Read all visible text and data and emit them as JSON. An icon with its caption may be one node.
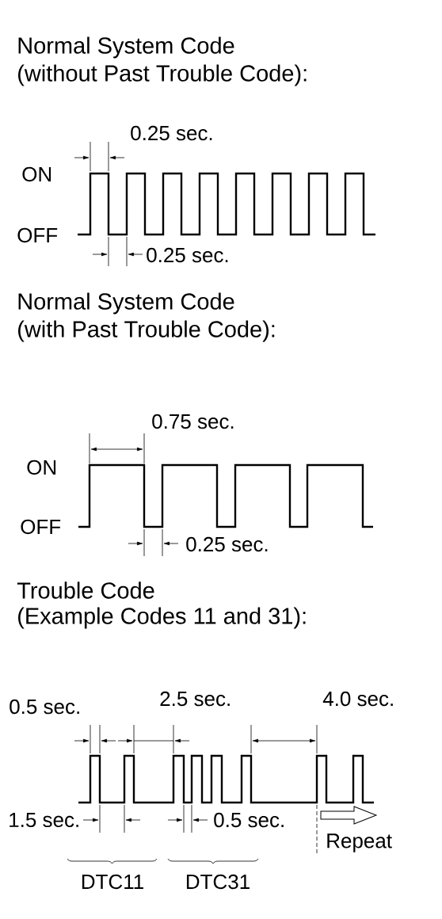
{
  "diagram": {
    "labels": [
      "Normal System Code",
      "(without Past Trouble Code):",
      "0.25 sec.",
      "ON",
      "OFF",
      "0.25 sec.",
      "Normal System Code",
      "(with Past Trouble Code):",
      "0.75 sec.",
      "ON",
      "OFF",
      "0.25 sec.",
      "Trouble Code",
      "(Example Codes 11 and 31):",
      "0.5 sec.",
      "2.5 sec.",
      "4.0 sec.",
      "1.5 sec.",
      "0.5 sec.",
      "Repeat",
      "DTC11",
      "DTC31"
    ]
  }
}
